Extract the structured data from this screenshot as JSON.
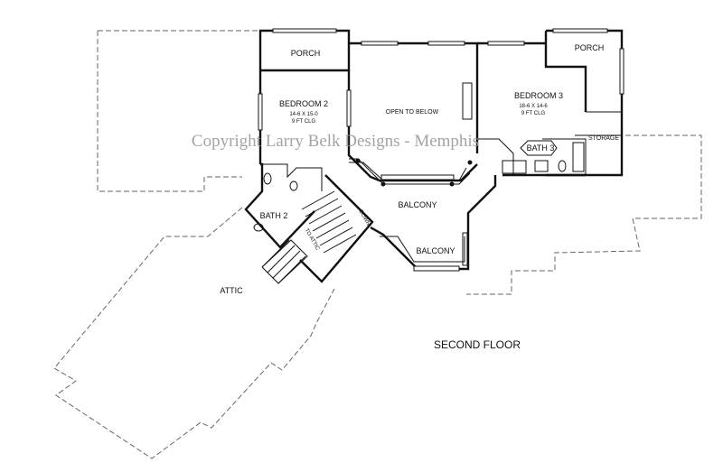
{
  "plan": {
    "title": "SECOND FLOOR",
    "watermark": "Copyright Larry Belk Designs - Memphis",
    "rooms": {
      "porch_left": {
        "name": "PORCH"
      },
      "porch_right": {
        "name": "PORCH"
      },
      "bedroom2": {
        "name": "BEDROOM 2",
        "size": "14-6 X 15-0",
        "ceiling": "9 FT CLG"
      },
      "bedroom3": {
        "name": "BEDROOM 3",
        "size": "18-6 X 14-6",
        "ceiling": "9 FT CLG"
      },
      "open_to_below": {
        "name": "OPEN TO BELOW"
      },
      "bath2": {
        "name": "BATH 2"
      },
      "bath3": {
        "name": "BATH 3"
      },
      "storage": {
        "name": "STORAGE"
      },
      "balcony_upper": {
        "name": "BALCONY"
      },
      "balcony_lower": {
        "name": "BALCONY"
      },
      "attic": {
        "name": "ATTIC"
      }
    },
    "stair_labels": {
      "down": "DOWN",
      "to_attic": "TO ATTIC"
    }
  }
}
